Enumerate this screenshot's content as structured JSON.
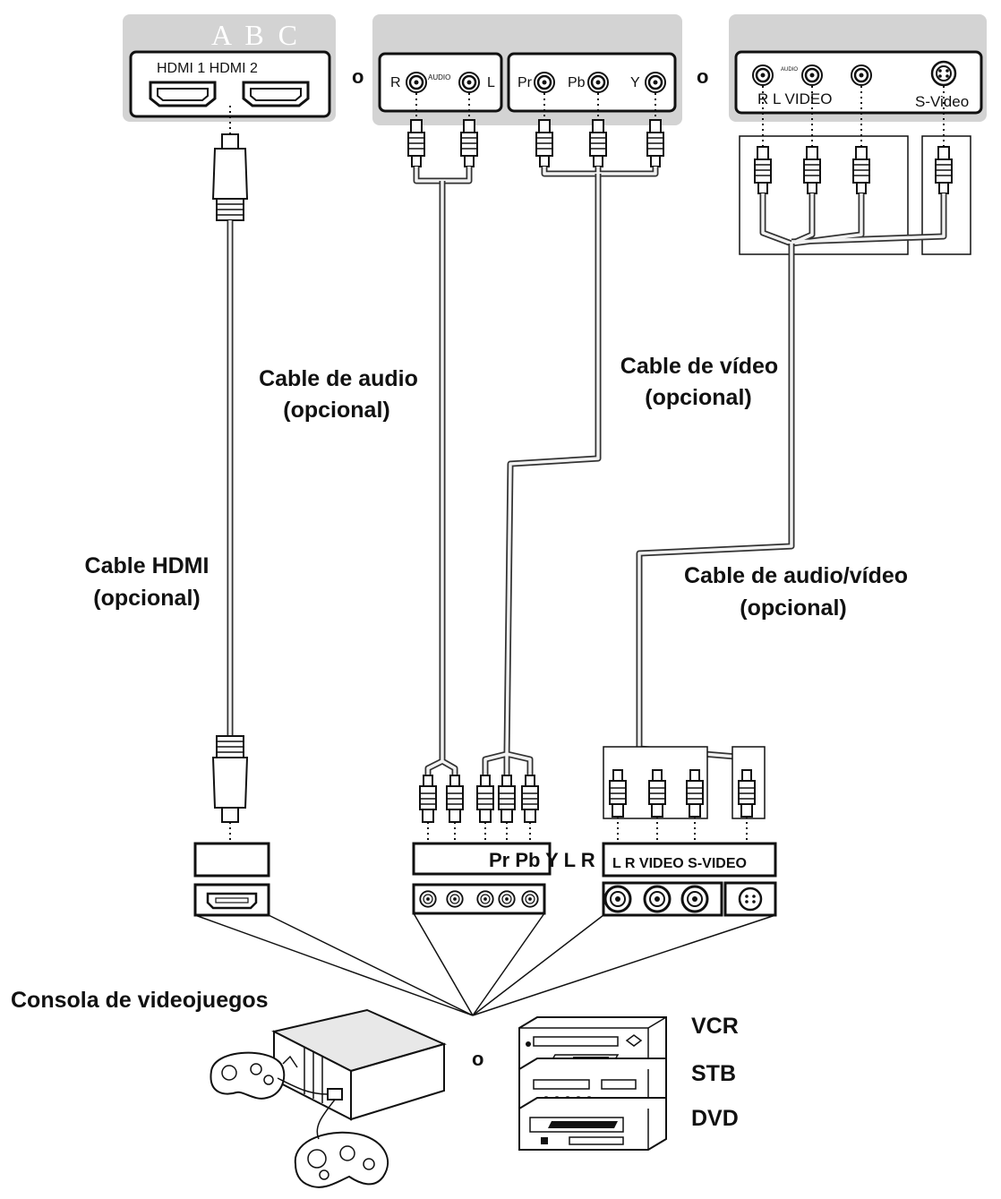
{
  "tv_panels": {
    "hdmi": {
      "brand": "A B C",
      "port_labels": "HDMI 1 HDMI 2"
    },
    "component": {
      "audio_label": "AUDIO",
      "r_label": "R",
      "l_label": "L",
      "pr_label": "Pr",
      "pb_label": "Pb",
      "y_label": "Y"
    },
    "composite": {
      "audio_label": "AUDIO",
      "rl_video_label": "R L VIDEO",
      "svideo_label": "S-Video"
    },
    "or_1": "o",
    "or_2": "o"
  },
  "cable_labels": {
    "audio": [
      "Cable de audio",
      "(opcional)"
    ],
    "video": [
      "Cable de vídeo",
      "(opcional)"
    ],
    "hdmi": [
      "Cable HDMI",
      "(opcional)"
    ],
    "av": [
      "Cable de audio/vídeo",
      "(opcional)"
    ]
  },
  "device_panels": {
    "component_label": "Pr Pb Y L R",
    "composite_label": "L R VIDEO S-VIDEO"
  },
  "devices": {
    "console_label": "Consola de videojuegos",
    "or_3": "o",
    "vcr": "VCR",
    "stb": "STB",
    "dvd": "DVD"
  },
  "colors": {
    "panel": "#d3d3d3",
    "ink": "#111111",
    "cable": "#333333"
  }
}
